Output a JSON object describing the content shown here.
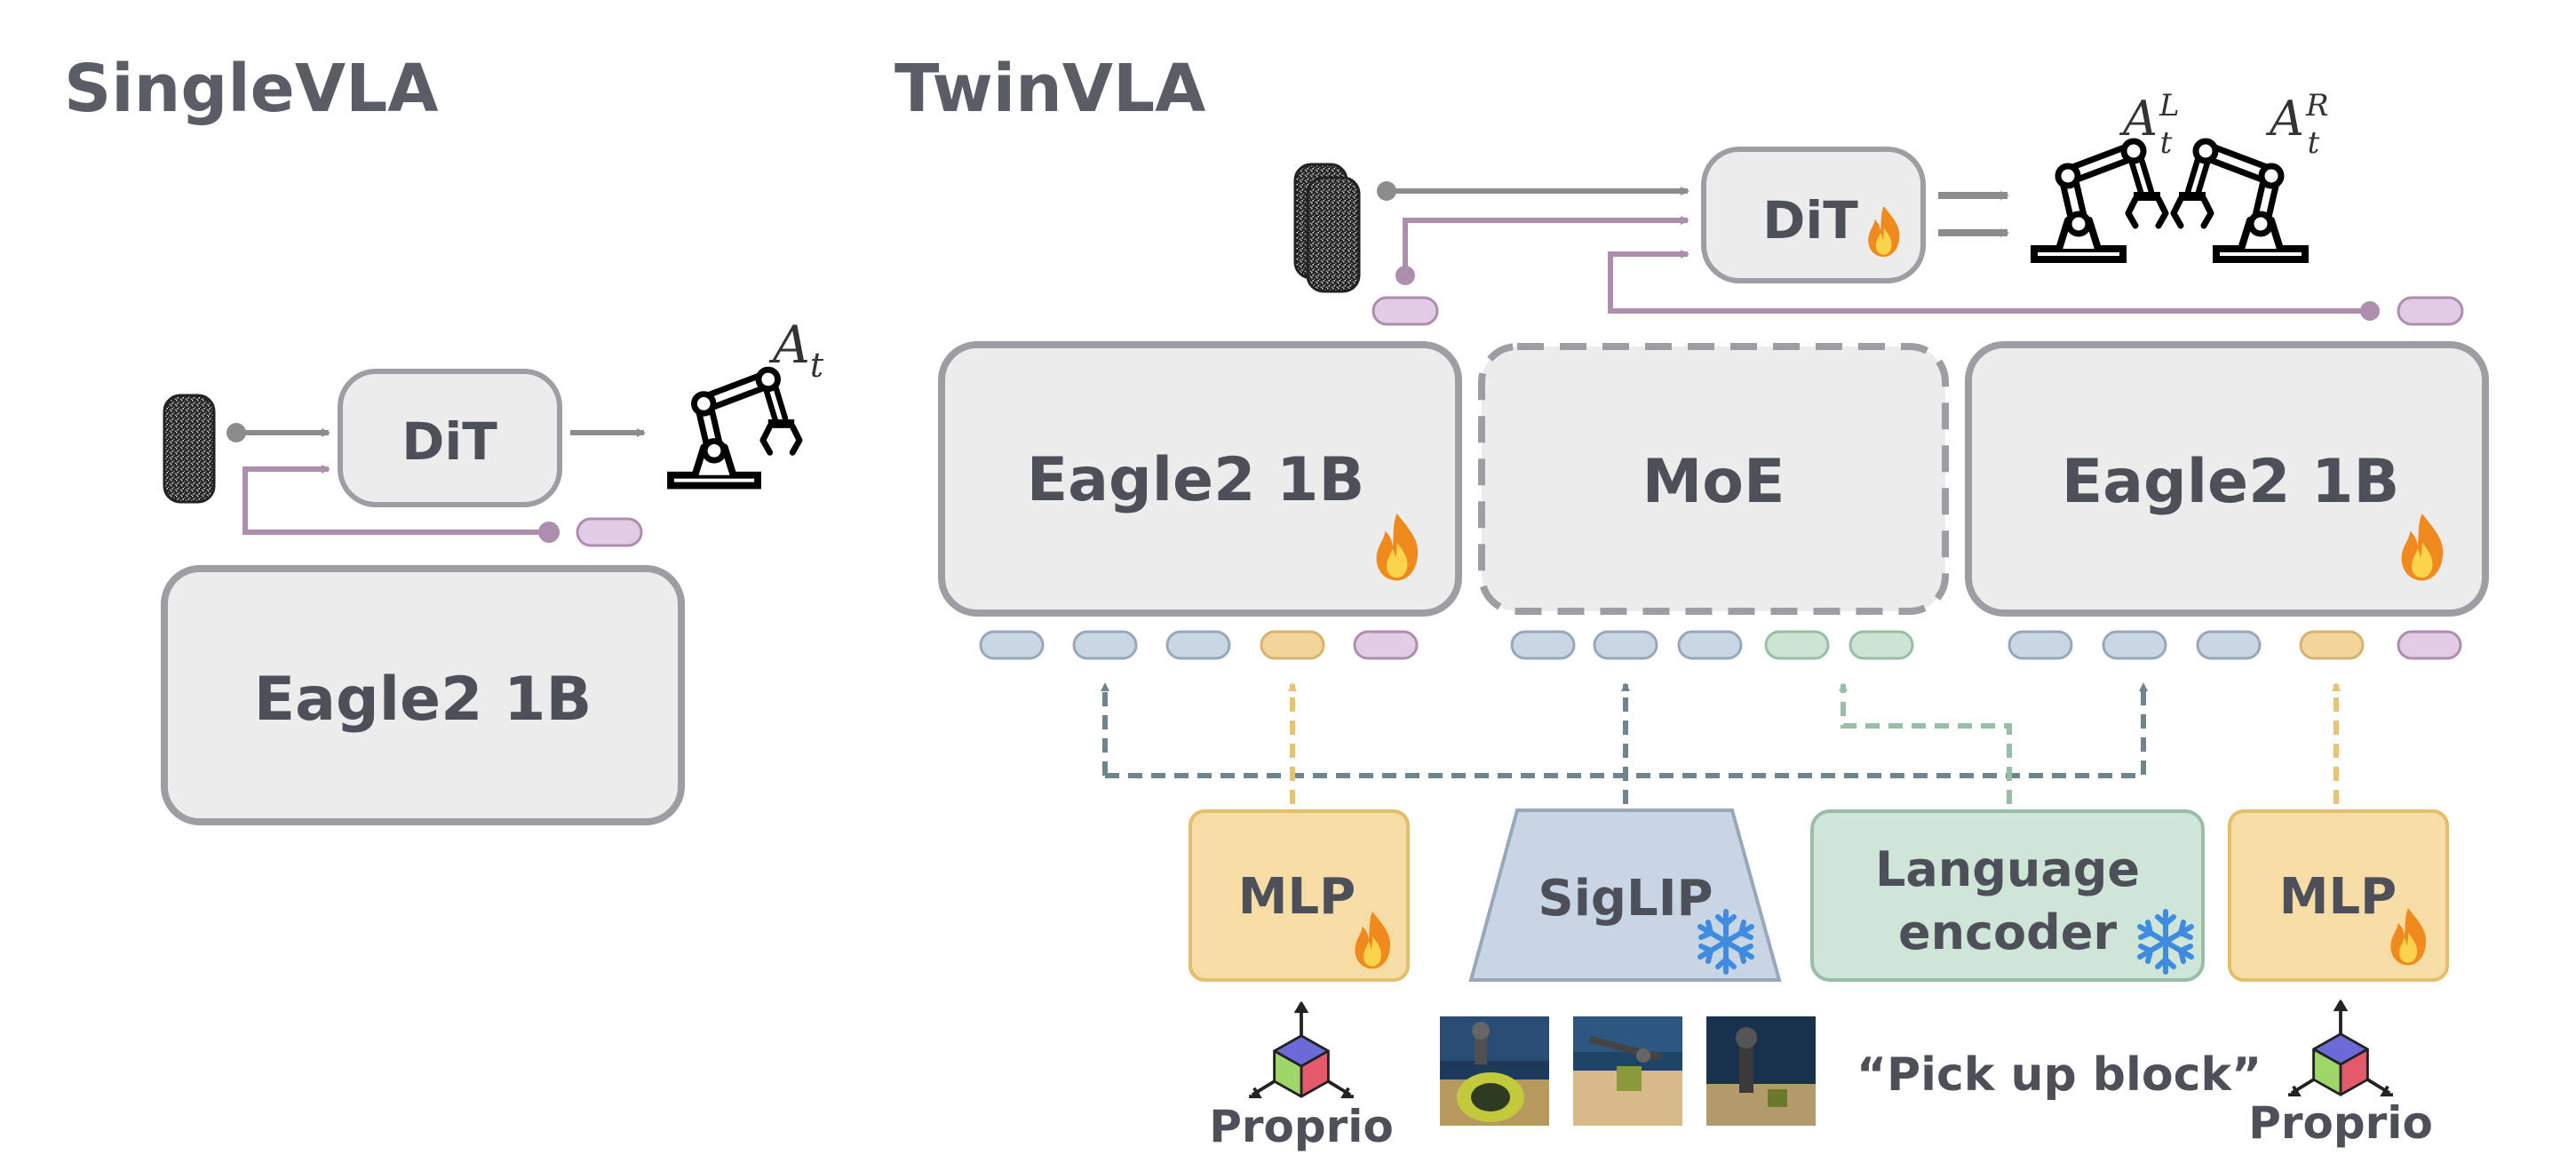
{
  "single": {
    "title": "SingleVLA",
    "dit_label": "DiT",
    "eagle_label": "Eagle2 1B",
    "action_label": "A",
    "action_sub": "t"
  },
  "twin": {
    "title": "TwinVLA",
    "dit_label": "DiT",
    "action_left": "A",
    "action_left_sub": "t",
    "action_left_sup": "L",
    "action_right": "A",
    "action_right_sub": "t",
    "action_right_sup": "R",
    "eagle_left_label": "Eagle2 1B",
    "moe_label": "MoE",
    "eagle_right_label": "Eagle2 1B",
    "mlp_left_label": "MLP",
    "siglip_label": "SigLIP",
    "language_encoder_line1": "Language",
    "language_encoder_line2": "encoder",
    "mlp_right_label": "MLP",
    "proprio_left_label": "Proprio",
    "proprio_right_label": "Proprio",
    "instruction_text": "“Pick up block”"
  },
  "colors": {
    "box_fill": "#ececed",
    "box_stroke": "#9d9ea3",
    "text": "#4d5059",
    "arrow_gray": "#8c8c8c",
    "arrow_purple": "#ad8fad",
    "token_blue": "#c9d6e4",
    "token_yellow": "#f2d59b",
    "token_purple": "#e2cbe4",
    "token_green": "#cde3d3",
    "mlp_fill": "#f5dda5",
    "siglip_fill": "#c8d5e5",
    "lang_fill": "#cfe5d7",
    "dashed_blue": "#6e848f",
    "dashed_yellow": "#e9c276",
    "dashed_green": "#98bfa5"
  }
}
